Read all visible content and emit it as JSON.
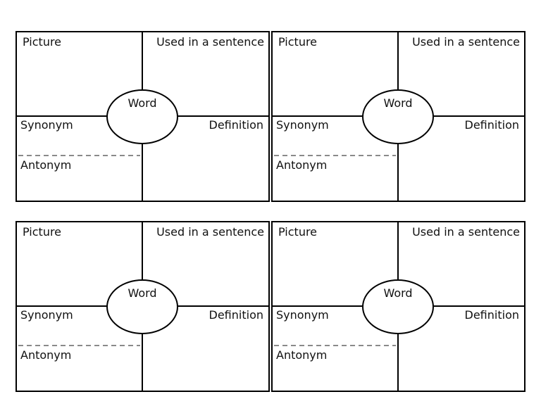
{
  "page": {
    "background": "#ffffff",
    "line_color": "#000000",
    "dash_color": "#8a8a8a",
    "text_color": "#111111",
    "grid": "2x2 identical vocabulary organizer cards"
  },
  "cards": [
    {
      "picture": "Picture",
      "used_in_a_sentence": "Used in a sentence",
      "word": "Word",
      "synonym": "Synonym",
      "definition": "Definition",
      "antonym": "Antonym"
    },
    {
      "picture": "Picture",
      "used_in_a_sentence": "Used in a sentence",
      "word": "Word",
      "synonym": "Synonym",
      "definition": "Definition",
      "antonym": "Antonym"
    },
    {
      "picture": "Picture",
      "used_in_a_sentence": "Used in a sentence",
      "word": "Word",
      "synonym": "Synonym",
      "definition": "Definition",
      "antonym": "Antonym"
    },
    {
      "picture": "Picture",
      "used_in_a_sentence": "Used in a sentence",
      "word": "Word",
      "synonym": "Synonym",
      "definition": "Definition",
      "antonym": "Antonym"
    }
  ]
}
